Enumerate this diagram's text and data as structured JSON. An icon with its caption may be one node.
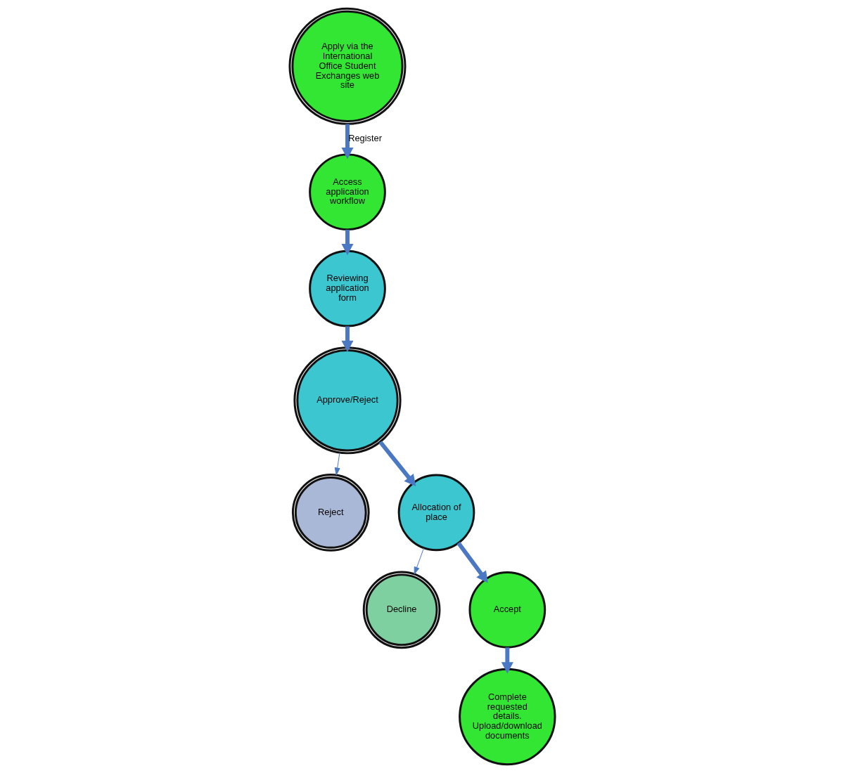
{
  "diagram": {
    "nodes": [
      {
        "text": [
          "Apply via the International Office Student Exchanges web site"
        ]
      },
      {
        "text": [
          "Access application workflow"
        ]
      },
      {
        "text": [
          "Reviewing application form"
        ]
      },
      {
        "text": [
          "Approve/Reject"
        ]
      },
      {
        "text": [
          "Reject"
        ]
      },
      {
        "text": [
          "Allocation of place"
        ]
      },
      {
        "text": [
          "Decline"
        ]
      },
      {
        "text": [
          "Accept"
        ]
      },
      {
        "text": [
          "Complete requested details. Upload/download documents"
        ]
      }
    ],
    "edges": [
      {
        "from": 0,
        "to": 1,
        "arrow": "to",
        "label": "Register"
      },
      {
        "from": 1,
        "to": 2,
        "arrow": "to"
      },
      {
        "from": 2,
        "to": 3,
        "arrow": "to"
      },
      {
        "from": 3,
        "to": 4,
        "arrow": "to"
      },
      {
        "from": 3,
        "to": 5,
        "arrow": "to"
      },
      {
        "from": 5,
        "to": 6,
        "arrow": "to"
      },
      {
        "from": 5,
        "to": 7,
        "arrow": "to"
      },
      {
        "from": 7,
        "to": 8,
        "arrow": "to"
      }
    ]
  }
}
